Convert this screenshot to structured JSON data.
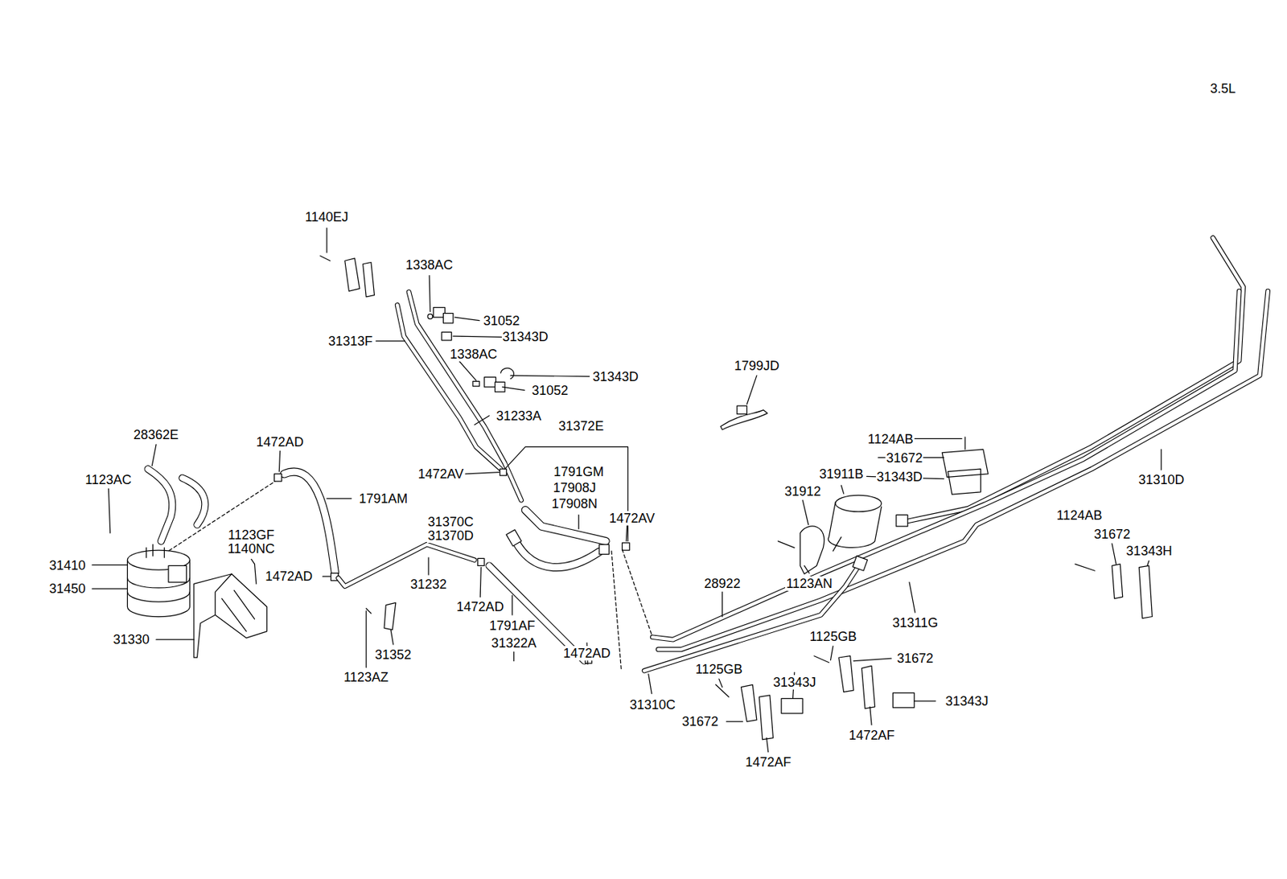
{
  "diagram": {
    "labels": [
      "3.5L",
      "1140EJ",
      "1338AC",
      "31052",
      "31343D",
      "31313F",
      "1338AC",
      "31343D",
      "1799JD",
      "31052",
      "31233A",
      "31372E",
      "28362E",
      "1472AD",
      "1124AB",
      "31672",
      "1123AC",
      "1472AV",
      "1791GM",
      "17908J",
      "17908N",
      "31343D",
      "31911B",
      "31912",
      "1791AM",
      "31370C",
      "31370D",
      "1472AV",
      "31310D",
      "1124AB",
      "31672",
      "31343H",
      "1123GF",
      "1140NC",
      "31410",
      "31450",
      "1472AD",
      "31232",
      "28922",
      "1123AN",
      "31311G",
      "1472AD",
      "1791AF",
      "31322A",
      "31330",
      "31352",
      "1472AD",
      "1125GB",
      "31672",
      "1123AZ",
      "1125GB",
      "31343J",
      "31310C",
      "31343J",
      "31672",
      "1472AF",
      "1472AF"
    ]
  }
}
